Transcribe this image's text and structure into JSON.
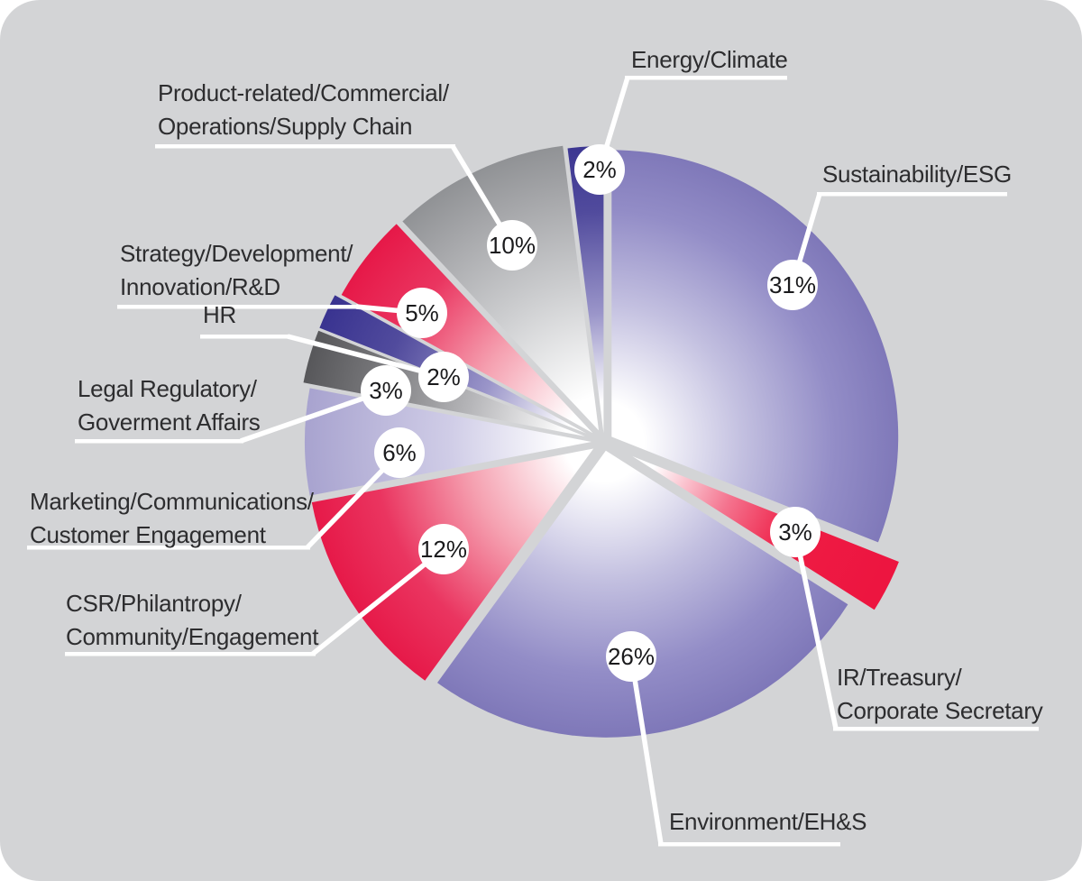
{
  "chart_data": {
    "type": "pie",
    "units": "percent",
    "total": 100,
    "start_angle_deg": 0,
    "direction": "clockwise",
    "legend_position": "callout-labels-around-pie",
    "background_color": "#d3d4d6",
    "callout_line_color": "#ffffff",
    "bubble_fill": "#ffffff",
    "label_text_color": "#2d2d2f",
    "slices": [
      {
        "key": "sustainability-esg",
        "label": "Sustainability/ESG",
        "value_pct": 31,
        "percent_label": "31%",
        "label_lines": [
          "Sustainability/ESG"
        ],
        "color": "purple"
      },
      {
        "key": "ir-treasury",
        "label": "IR/Treasury/Corporate Secretary",
        "value_pct": 3,
        "percent_label": "3%",
        "label_lines": [
          "IR/Treasury/",
          "Corporate Secretary"
        ],
        "color": "ir_red"
      },
      {
        "key": "environment-ehs",
        "label": "Environment/EH&S",
        "value_pct": 26,
        "percent_label": "26%",
        "label_lines": [
          "Environment/EH&S"
        ],
        "color": "purple"
      },
      {
        "key": "csr-philantropy",
        "label": "CSR/Philantropy/Community/Engagement",
        "value_pct": 12,
        "percent_label": "12%",
        "label_lines": [
          "CSR/Philantropy/",
          "Community/Engagement"
        ],
        "color": "red"
      },
      {
        "key": "marketing-communications",
        "label": "Marketing/Communications/Customer Engagement",
        "value_pct": 6,
        "percent_label": "6%",
        "label_lines": [
          "Marketing/Communications/",
          "Customer Engagement"
        ],
        "color": "light_purple"
      },
      {
        "key": "legal-regulatory",
        "label": "Legal Regulatory/Goverment Affairs",
        "value_pct": 3,
        "percent_label": "3%",
        "label_lines": [
          "Legal Regulatory/",
          "Goverment Affairs"
        ],
        "color": "dark_gray"
      },
      {
        "key": "hr",
        "label": "HR",
        "value_pct": 2,
        "percent_label": "2%",
        "label_lines": [
          "HR"
        ],
        "color": "dark_blue"
      },
      {
        "key": "strategy-development",
        "label": "Strategy/Development/Innovation/R&D",
        "value_pct": 5,
        "percent_label": "5%",
        "label_lines": [
          "Strategy/Development/",
          "Innovation/R&D"
        ],
        "color": "red"
      },
      {
        "key": "product-related",
        "label": "Product-related/Commercial/Operations/Supply Chain",
        "value_pct": 10,
        "percent_label": "10%",
        "label_lines": [
          "Product-related/Commercial/",
          "Operations/Supply Chain"
        ],
        "color": "silver"
      },
      {
        "key": "energy-climate",
        "label": "Energy/Climate",
        "value_pct": 2,
        "percent_label": "2%",
        "label_lines": [
          "Energy/Climate"
        ],
        "color": "dark_blue"
      }
    ],
    "color_ramps": {
      "purple": [
        {
          "o": 0,
          "c": "#ffffff"
        },
        {
          "o": 0.13,
          "c": "#ffffff"
        },
        {
          "o": 0.45,
          "c": "#c3c0e0"
        },
        {
          "o": 0.75,
          "c": "#938dc7"
        },
        {
          "o": 1,
          "c": "#7b74b6"
        }
      ],
      "light_purple": [
        {
          "o": 0,
          "c": "#ffffff"
        },
        {
          "o": 0.13,
          "c": "#ffffff"
        },
        {
          "o": 0.5,
          "c": "#d0cde7"
        },
        {
          "o": 1,
          "c": "#a6a1ce"
        }
      ],
      "red": [
        {
          "o": 0,
          "c": "#ffffff"
        },
        {
          "o": 0.13,
          "c": "#ffffff"
        },
        {
          "o": 0.45,
          "c": "#f5a0b0"
        },
        {
          "o": 0.75,
          "c": "#ea3560"
        },
        {
          "o": 1,
          "c": "#e61646"
        }
      ],
      "ir_red": [
        {
          "o": 0,
          "c": "#ffffff"
        },
        {
          "o": 0.18,
          "c": "#ffffff"
        },
        {
          "o": 0.45,
          "c": "#f4738e"
        },
        {
          "o": 0.68,
          "c": "#ee1c44"
        },
        {
          "o": 1,
          "c": "#ed1540"
        }
      ],
      "dark_blue": [
        {
          "o": 0,
          "c": "#ffffff"
        },
        {
          "o": 0.13,
          "c": "#ffffff"
        },
        {
          "o": 0.42,
          "c": "#9a95c9"
        },
        {
          "o": 0.75,
          "c": "#514b9d"
        },
        {
          "o": 1,
          "c": "#393390"
        }
      ],
      "dark_gray": [
        {
          "o": 0,
          "c": "#ffffff"
        },
        {
          "o": 0.13,
          "c": "#ffffff"
        },
        {
          "o": 0.45,
          "c": "#b6b6b9"
        },
        {
          "o": 0.8,
          "c": "#737376"
        },
        {
          "o": 1,
          "c": "#57575a"
        }
      ],
      "silver": [
        {
          "o": 0,
          "c": "#ffffff"
        },
        {
          "o": 0.15,
          "c": "#ffffff"
        },
        {
          "o": 0.5,
          "c": "#cfd0d2"
        },
        {
          "o": 0.82,
          "c": "#a5a6a9"
        },
        {
          "o": 1,
          "c": "#8d8f92"
        }
      ]
    }
  }
}
